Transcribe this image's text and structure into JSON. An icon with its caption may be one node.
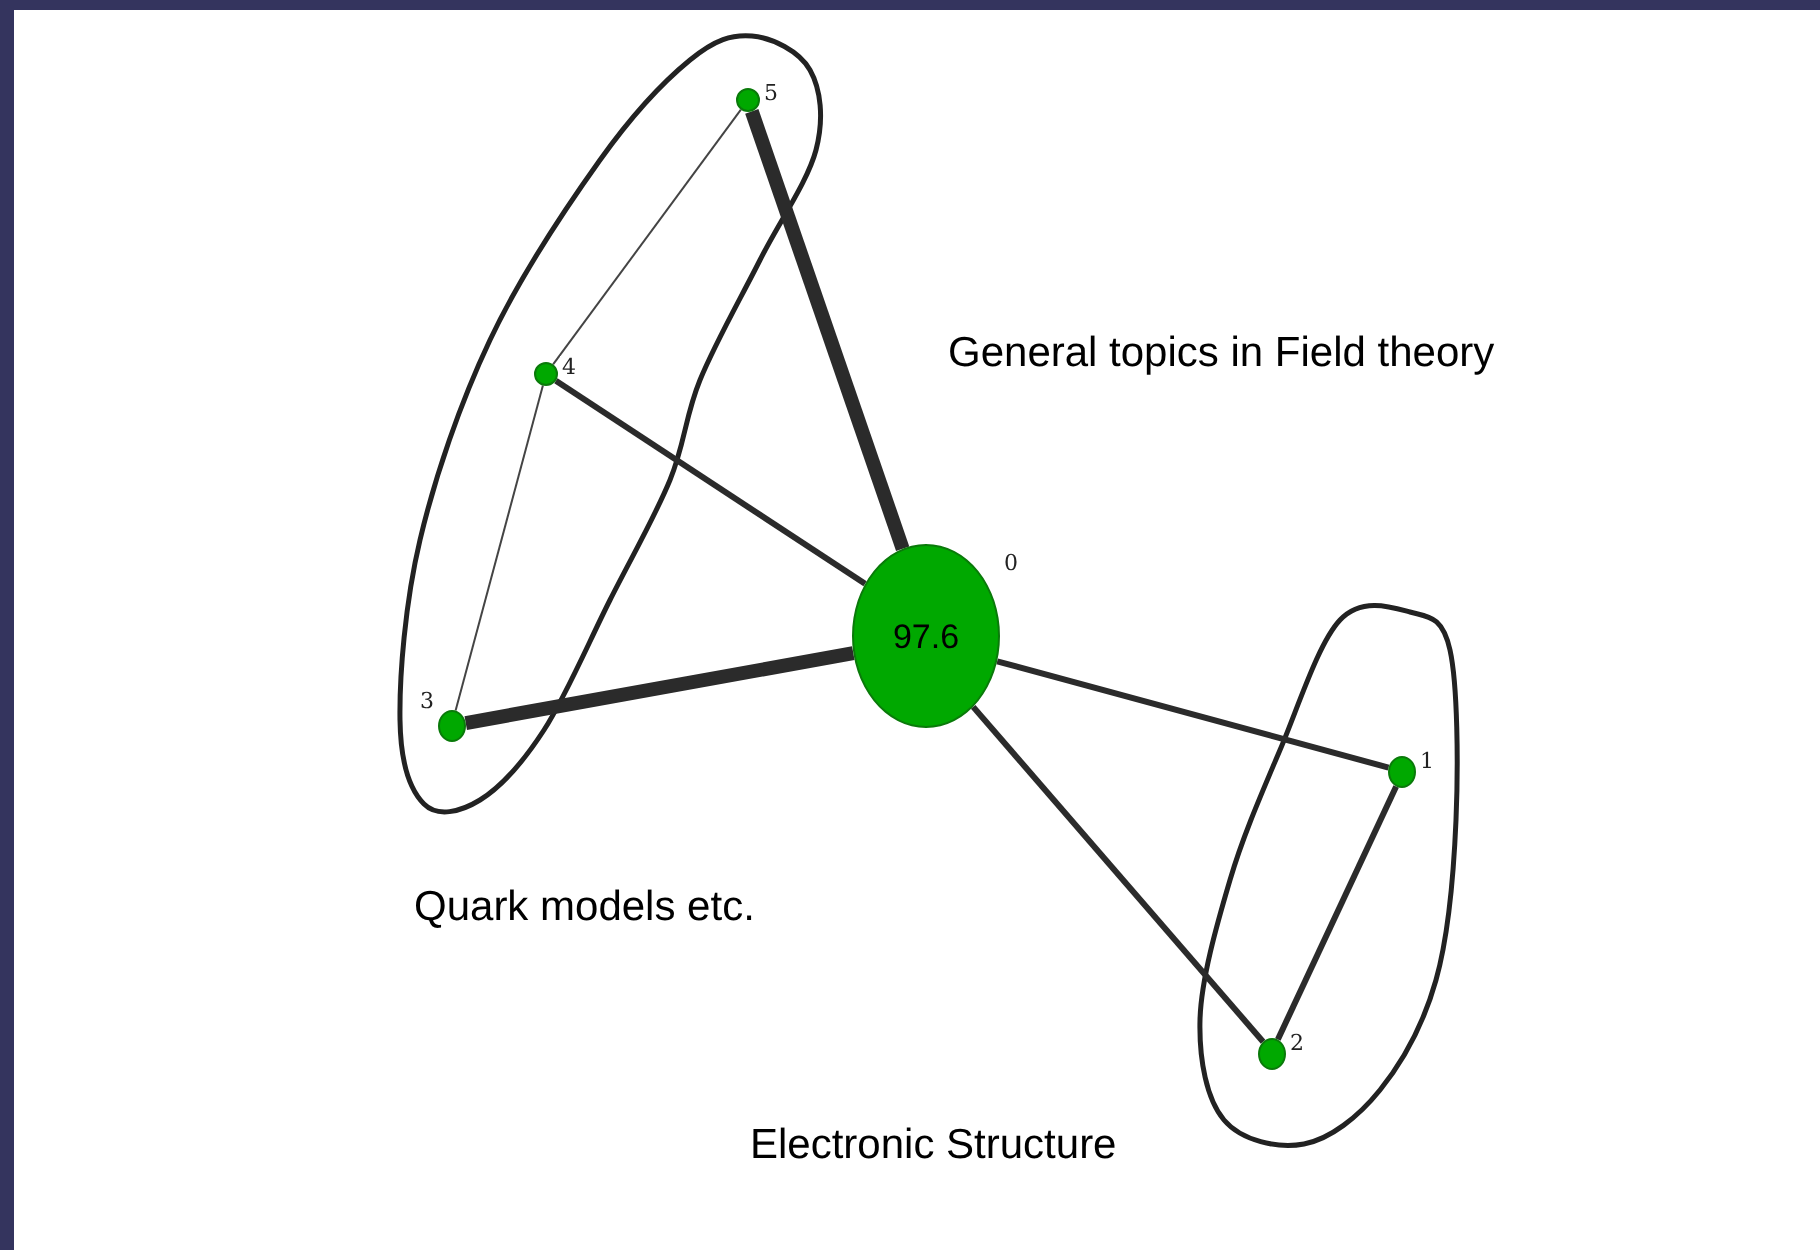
{
  "diagram": {
    "nodes": [
      {
        "text": [
          "97.6"
        ],
        "beside": [
          "0"
        ]
      },
      {
        "text": [],
        "shape": "circle",
        "beside": [
          "1"
        ]
      },
      {
        "text": [],
        "shape": "circle",
        "beside": [
          "2"
        ]
      },
      {
        "text": [],
        "shape": "circle",
        "beside": [
          "3"
        ]
      },
      {
        "text": [],
        "shape": "circle",
        "beside": [
          "4"
        ]
      },
      {
        "text": [],
        "shape": "circle",
        "beside": [
          "5"
        ]
      }
    ],
    "edges": [
      {
        "from": 0,
        "to": 5,
        "arrow": "none",
        "style": "thick"
      },
      {
        "from": 0,
        "to": 4,
        "arrow": "none"
      },
      {
        "from": 0,
        "to": 3,
        "arrow": "none",
        "style": "thick"
      },
      {
        "from": 0,
        "to": 1,
        "arrow": "none"
      },
      {
        "from": 0,
        "to": 2,
        "arrow": "none"
      },
      {
        "from": 1,
        "to": 2,
        "arrow": "none"
      },
      {
        "from": 4,
        "to": 5,
        "arrow": "none",
        "color": "#444444"
      },
      {
        "from": 3,
        "to": 4,
        "arrow": "none",
        "color": "#444444"
      }
    ],
    "labels": [
      "General topics in Field theory",
      "Quark models etc.",
      "Electronic Structure"
    ]
  }
}
